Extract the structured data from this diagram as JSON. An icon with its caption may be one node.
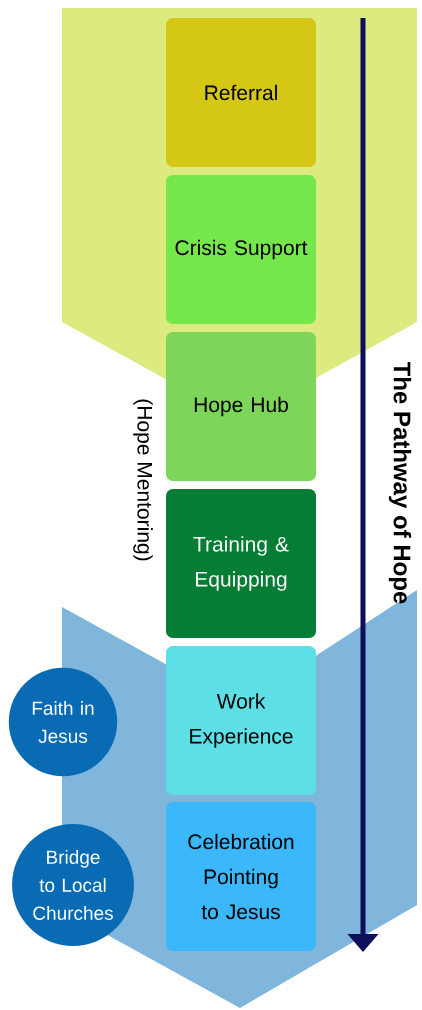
{
  "diagram": {
    "nodes": [
      {
        "text": [
          "Referral"
        ]
      },
      {
        "text": [
          "Crisis Support"
        ]
      },
      {
        "text": [
          "Hope Hub"
        ]
      },
      {
        "text": [
          "Training & Equipping"
        ]
      },
      {
        "text": [
          "Work Experience"
        ]
      },
      {
        "text": [
          "Celebration Pointing to Jesus"
        ]
      },
      {
        "text": [
          "Faith in Jesus"
        ]
      },
      {
        "text": [
          "Bridge to Local Churches"
        ]
      }
    ],
    "labels": [
      "(Hope Mentoring)",
      "The Pathway of Hope"
    ]
  }
}
